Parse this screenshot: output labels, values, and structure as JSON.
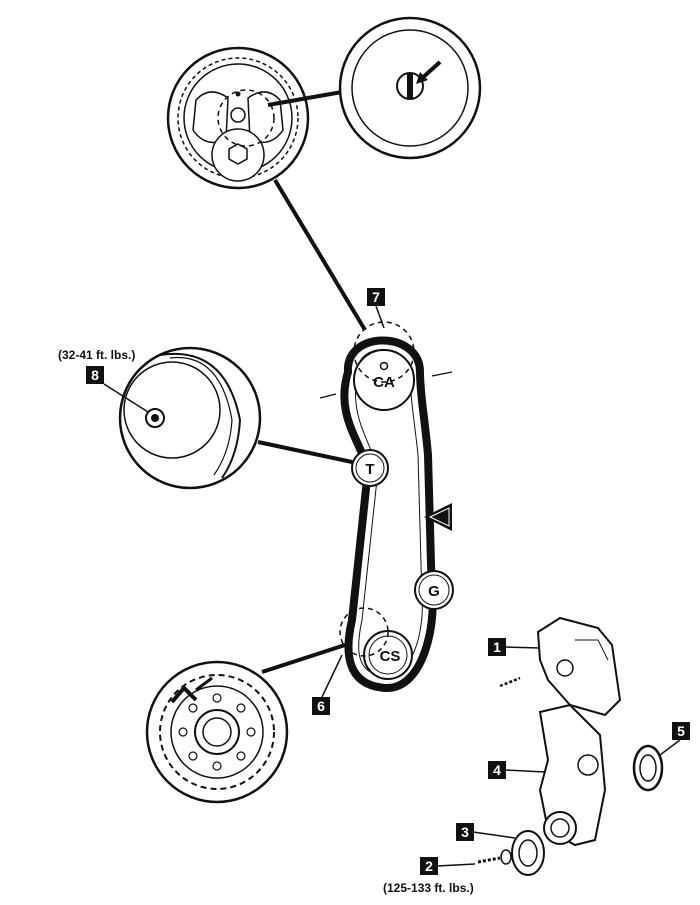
{
  "pulleys": {
    "camshaft": "CA",
    "tensioner": "T",
    "idler": "G",
    "crankshaft": "CS"
  },
  "callouts": {
    "c1": "1",
    "c2": "2",
    "c3": "3",
    "c4": "4",
    "c5": "5",
    "c6": "6",
    "c7": "7",
    "c8": "8"
  },
  "torques": {
    "tensioner_bolt": "(32-41 ft. lbs.)",
    "crank_bolt": "(125-133 ft. lbs.)"
  },
  "colors": {
    "ink": "#111111",
    "paper": "#ffffff"
  },
  "icons": {
    "direction": "triangle-arrow-left-icon",
    "timing_mark": "arrow-pointer-icon"
  }
}
